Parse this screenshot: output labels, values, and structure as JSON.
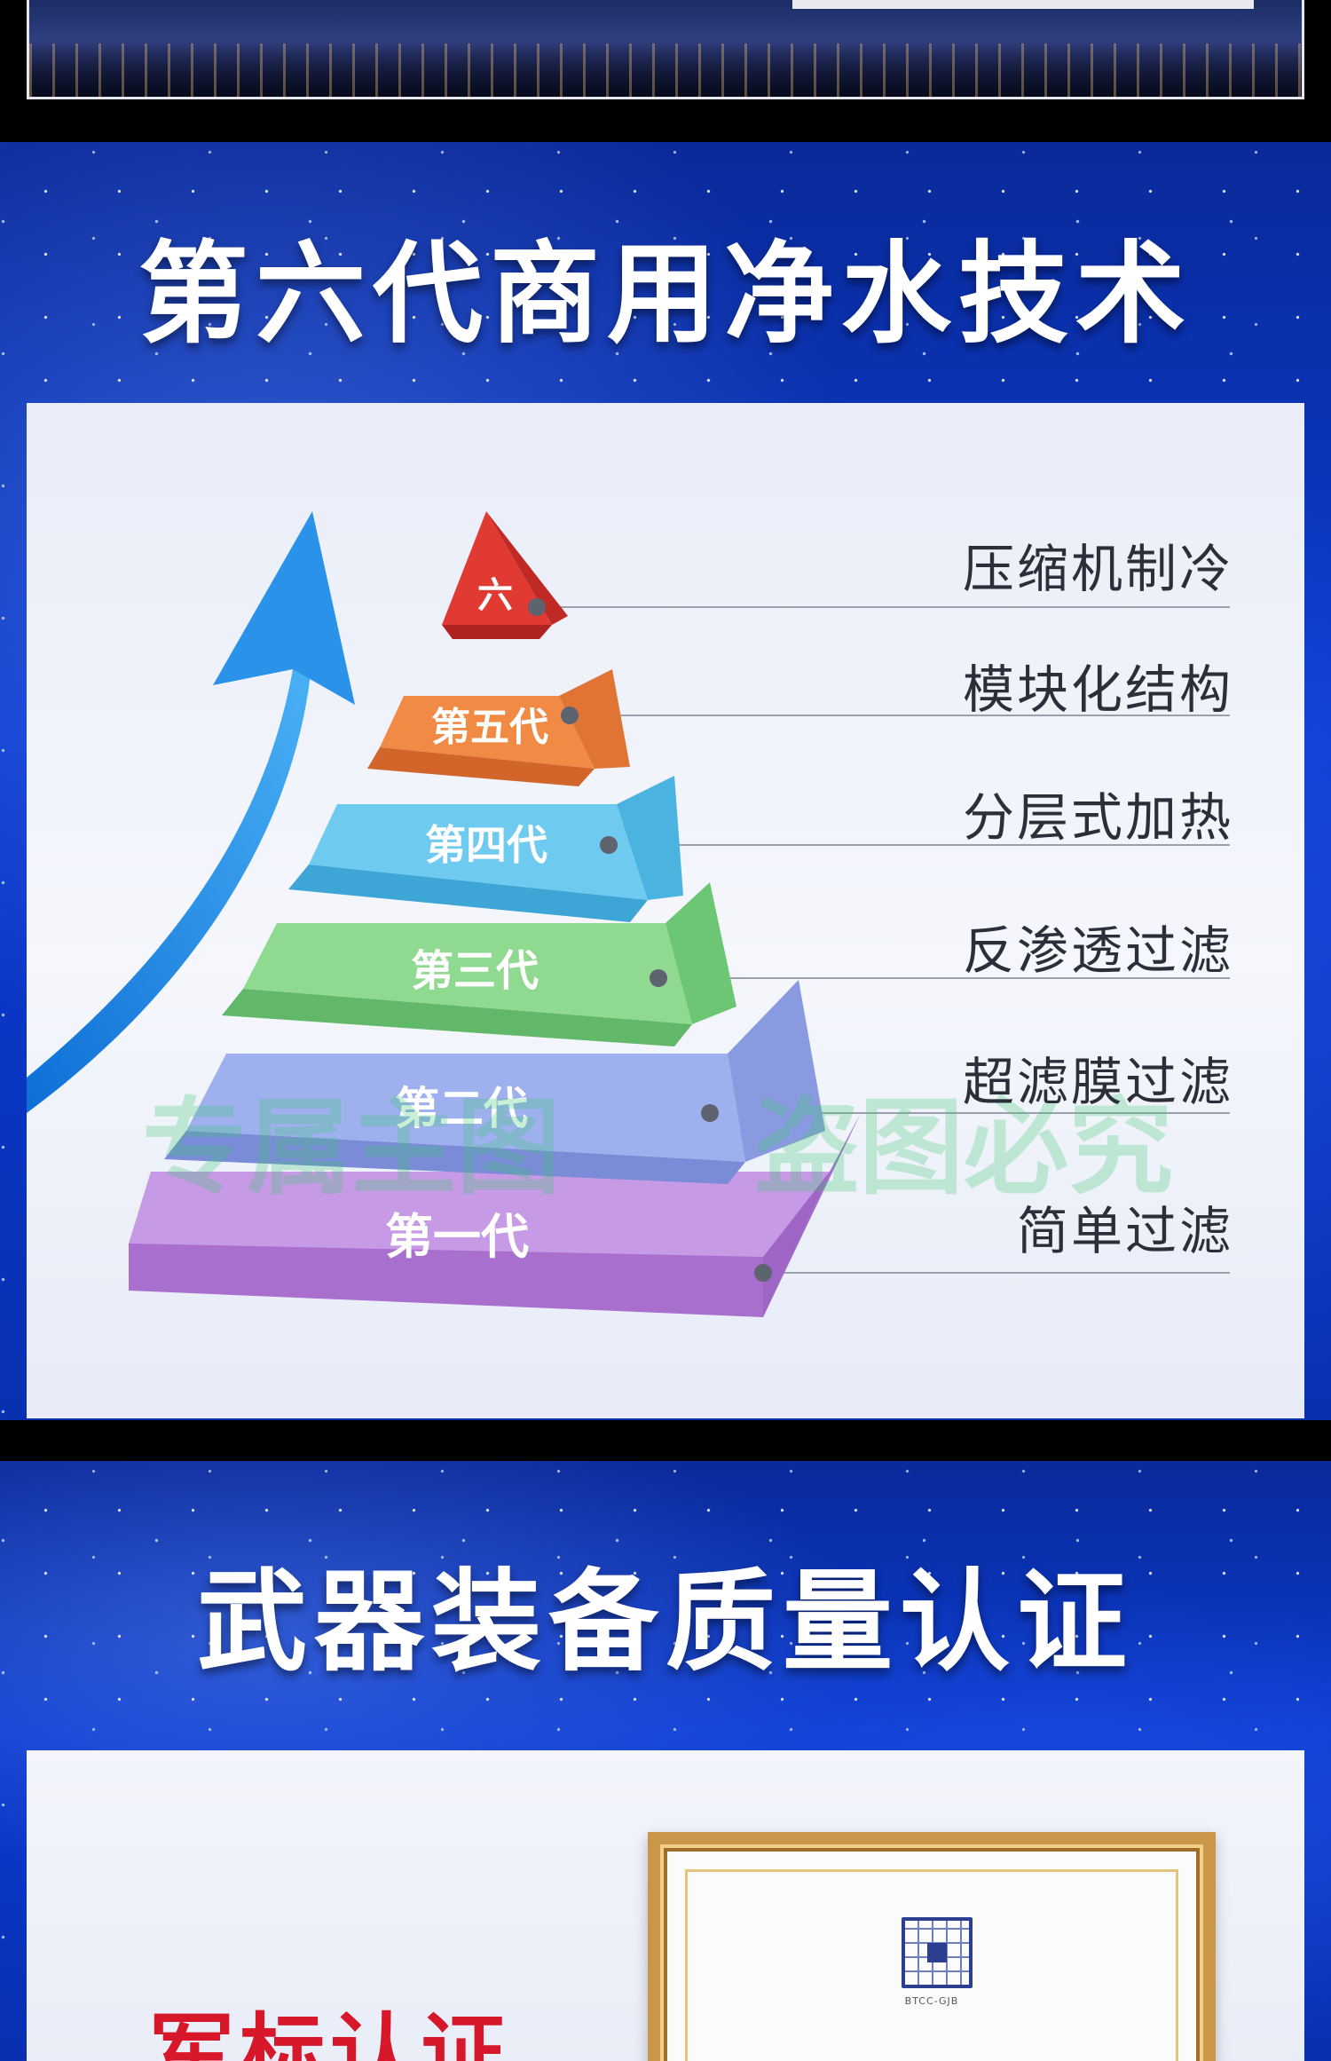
{
  "sections": {
    "tech": {
      "title": "第六代商用净水技术",
      "pyramid": {
        "tiers": [
          "六",
          "第五代",
          "第四代",
          "第三代",
          "第二代",
          "第一代"
        ]
      },
      "features": [
        "压缩机制冷",
        "模块化结构",
        "分层式加热",
        "反渗透过滤",
        "超滤膜过滤",
        "简单过滤"
      ],
      "watermark": [
        "专属主图",
        "盗图必究"
      ]
    },
    "cert": {
      "title": "武器装备质量认证",
      "badge": "军标认证",
      "certificate_code": "BTCC-GJB"
    }
  },
  "colors": {
    "tier6": "#d8322c",
    "tier5": "#ea7a35",
    "tier4": "#56bce6",
    "tier3": "#79cf7e",
    "tier2": "#8d9ee6",
    "tier1": "#b87fdc",
    "arrow": "#1e88e5",
    "badge": "#d6182a"
  }
}
